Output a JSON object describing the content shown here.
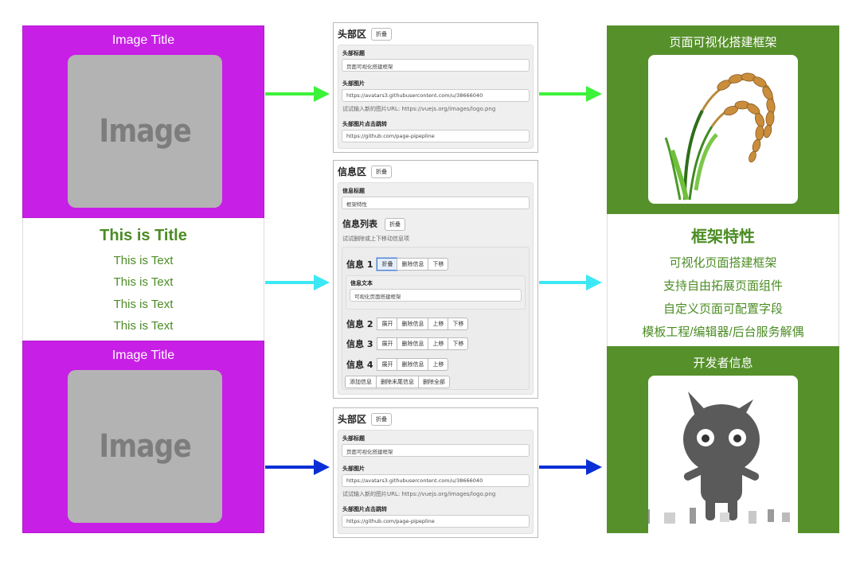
{
  "template": {
    "head_title": "Image Title",
    "placeholder": "Image",
    "info_title": "This is Title",
    "info_texts": [
      "This is Text",
      "This is Text",
      "This is Text",
      "This is Text"
    ],
    "head2_title": "Image Title",
    "placeholder2": "Image"
  },
  "editor_head": {
    "section": "头部区",
    "collapse": "折叠",
    "title_label": "头部标题",
    "title_value": "页面可视化搭建框架",
    "image_label": "头部图片",
    "image_value": "https://avatars3.githubusercontent.com/u/38666040",
    "image_hint": "试试输入新的图片URL: https://vuejs.org/images/logo.png",
    "link_label": "头部图片点击跳转",
    "link_value": "https://github.com/page-pipepline"
  },
  "editor_info": {
    "section": "信息区",
    "collapse": "折叠",
    "title_label": "信息标题",
    "title_value": "框架特性",
    "list_label": "信息列表",
    "list_collapse": "折叠",
    "list_hint": "试试删除或上下移动信息项",
    "item1": {
      "label": "信息 1",
      "b1": "折叠",
      "b2": "删除信息",
      "b3": "下移"
    },
    "item1_text_label": "信息文本",
    "item1_text_value": "可视化页面搭建框架",
    "item2": {
      "label": "信息 2",
      "b1": "展开",
      "b2": "删除信息",
      "b3": "上移",
      "b4": "下移"
    },
    "item3": {
      "label": "信息 3",
      "b1": "展开",
      "b2": "删除信息",
      "b3": "上移",
      "b4": "下移"
    },
    "item4": {
      "label": "信息 4",
      "b1": "展开",
      "b2": "删除信息",
      "b3": "上移"
    },
    "add": "添加信息",
    "delete_last": "删除末尾信息",
    "delete_all": "删除全部"
  },
  "editor_head2": {
    "section": "头部区",
    "collapse": "折叠",
    "title_label": "头部标题",
    "title_value": "页面可视化搭建框架",
    "image_label": "头部图片",
    "image_value": "https://avatars3.githubusercontent.com/u/38666040",
    "image_hint": "试试输入新的图片URL: https://vuejs.org/images/logo.png",
    "link_label": "头部图片点击跳转",
    "link_value": "https://github.com/page-pipepline"
  },
  "result": {
    "head_title": "页面可视化搭建框架",
    "info_title": "框架特性",
    "info_texts": [
      "可视化页面搭建框架",
      "支持自由拓展页面组件",
      "自定义页面可配置字段",
      "模板工程/编辑器/后台服务解偶"
    ],
    "head2_title": "开发者信息"
  },
  "colors": {
    "template_purple": "#c81fe6",
    "result_green": "#56902b",
    "text_green": "#4b8c24",
    "arrow_green": "#3df23a",
    "arrow_cyan": "#3de8f5",
    "arrow_blue": "#0a2fd6"
  }
}
